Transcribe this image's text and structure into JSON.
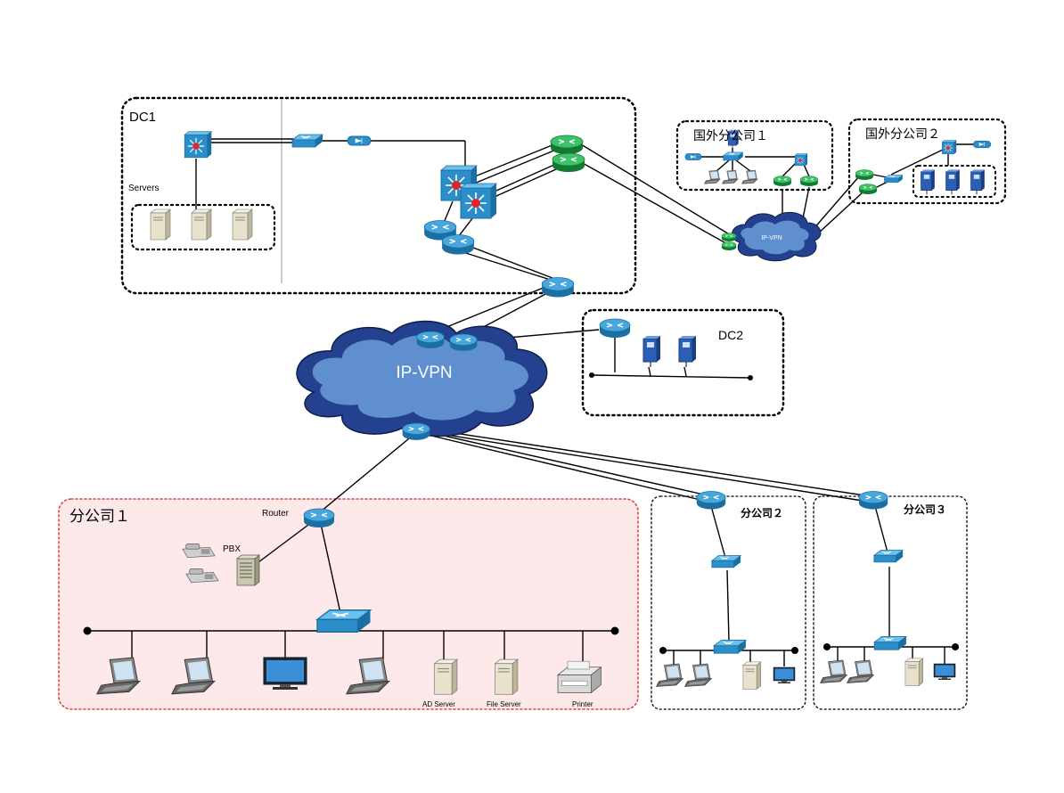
{
  "colors": {
    "link": "#000000",
    "router_fill": "#2b8ec9",
    "switch_fill": "#2b8ec9",
    "router_green": "#1ea34a",
    "cloud_outer": "#1e3f8a",
    "cloud_inner": "#5d8fcf",
    "branch1_bg": "#fde9ea",
    "branch1_border": "#e0473f",
    "server_beige": "#e8e2cc",
    "server_blue": "#2c5fb4"
  },
  "sites": {
    "dc1": {
      "label": "DC1",
      "servers_label": "Servers"
    },
    "dc2": {
      "label": "DC2"
    },
    "overseas1": {
      "label": "国外分公司１"
    },
    "overseas2": {
      "label": "国外分公司２"
    },
    "branch1": {
      "label": "分公司１"
    },
    "branch2": {
      "label": "分公司２"
    },
    "branch3": {
      "label": "分公司３"
    }
  },
  "clouds": {
    "main": {
      "label": "IP-VPN"
    },
    "small": {
      "label": "IP-VPN"
    }
  },
  "branch1_devices": {
    "router": "Router",
    "pbx": "PBX",
    "ad_server": "AD Server",
    "file_server": "File Server",
    "printer": "Printer"
  }
}
